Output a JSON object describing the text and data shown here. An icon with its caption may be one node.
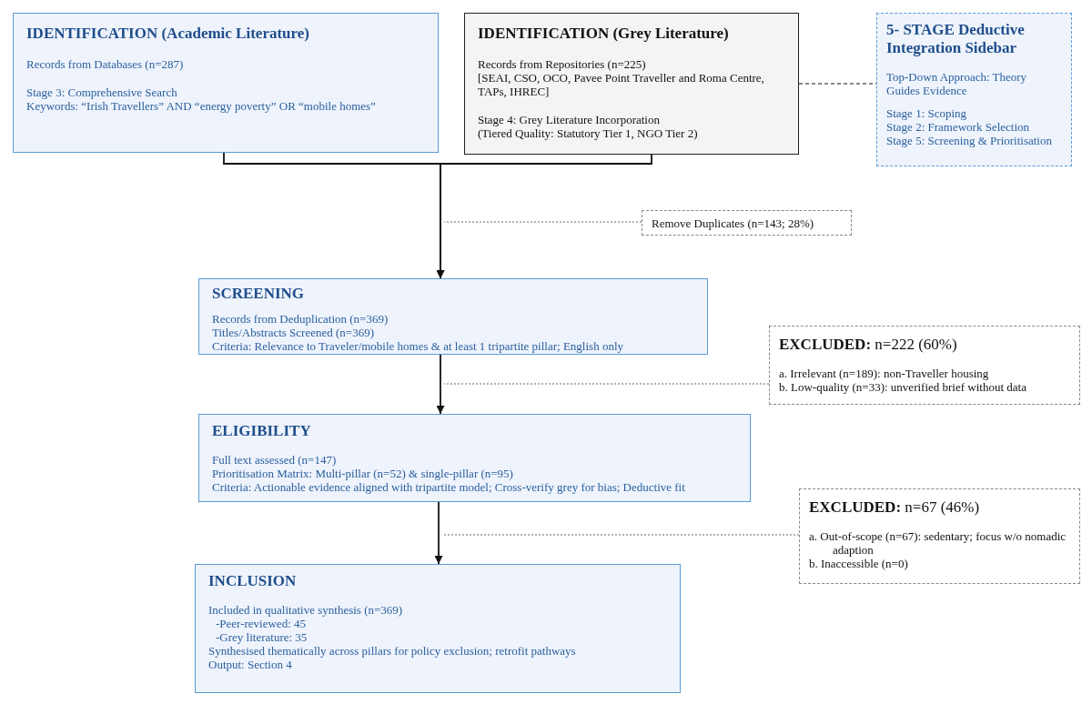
{
  "diagram": {
    "nodes": [
      {
        "text": [
          "IDENTIFICATION (Academic Literature)",
          "Records from Databases (n=287)",
          "Stage 3: Comprehensive Search",
          "Keywords: “Irish Travellers” AND “energy poverty” OR “mobile homes”"
        ]
      },
      {
        "text": [
          "IDENTIFICATION (Grey Literature)",
          "Records from Repositories (n=225)",
          "[SEAI, CSO, OCO, Pavee Point Traveller and Roma Centre, TAPs, IHREC]",
          "Stage 4: Grey Literature Incorporation",
          "(Tiered Quality: Statutory Tier 1, NGO Tier 2)"
        ]
      },
      {
        "text": [
          "5- STAGE Deductive Integration Sidebar",
          "Top-Down Approach: Theory Guides Evidence",
          "Stage 1: Scoping",
          "Stage 2: Framework Selection",
          "Stage 5: Screening & Prioritisation"
        ]
      },
      {
        "text": [
          "Remove Duplicates (n=143; 28%)"
        ]
      },
      {
        "text": [
          "SCREENING",
          "Records from Deduplication (n=369)",
          "Titles/Abstracts Screened (n=369)",
          "Criteria: Relevance to Traveler/mobile homes & at least 1 tripartite pillar; English only"
        ]
      },
      {
        "text": [
          "**EXCLUDED:** n=222 (60%)",
          "a. Irrelevant (n=189): non-Traveller housing",
          "b. Low-quality (n=33): unverified brief without data"
        ]
      },
      {
        "text": [
          "ELIGIBILITY",
          "Full text assessed (n=147)",
          "Prioritisation Matrix: Multi-pillar (n=52) & single-pillar (n=95)",
          "Criteria: Actionable evidence aligned with tripartite model; Cross-verify grey for bias; Deductive fit"
        ]
      },
      {
        "text": [
          "**EXCLUDED:** n=67 (46%)",
          "a. Out-of-scope (n=67): sedentary; focus w/o nomadic adaption",
          "b. Inaccessible (n=0)"
        ]
      },
      {
        "text": [
          "INCLUSION",
          "Included in qualitative synthesis (n=369)",
          "-Peer-reviewed: 45",
          "-Grey literature: 35",
          "Synthesised thematically across pillars for policy exclusion; retrofit pathways",
          "Output: Section 4"
        ]
      }
    ],
    "edges": [
      {
        "from": 0,
        "to": 4,
        "arrow": "to"
      },
      {
        "from": 1,
        "to": 4,
        "arrow": "to"
      },
      {
        "from": 1,
        "to": 2,
        "arrow": "none",
        "style": "dashed"
      },
      {
        "from": 3,
        "to": null,
        "arrow": "none",
        "style": "dashed",
        "color": "#666666"
      },
      {
        "from": 4,
        "to": 6,
        "arrow": "to"
      },
      {
        "from": 5,
        "to": null,
        "arrow": "none",
        "style": "dashed",
        "color": "#666666"
      },
      {
        "from": 6,
        "to": 8,
        "arrow": "to"
      },
      {
        "from": 7,
        "to": null,
        "arrow": "none",
        "style": "dashed",
        "color": "#666666"
      }
    ]
  }
}
